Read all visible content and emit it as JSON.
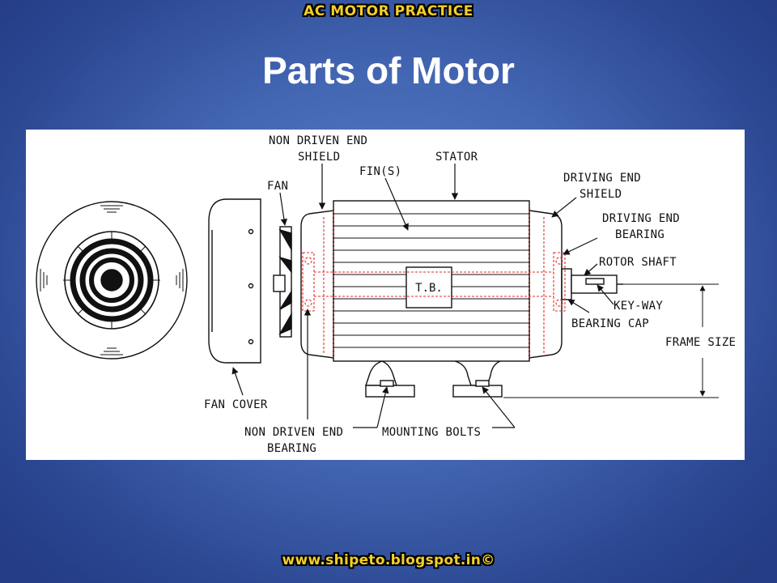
{
  "header": {
    "banner": "AC MOTOR PRACTICE"
  },
  "slide": {
    "title": "Parts of Motor"
  },
  "diagram": {
    "labels": {
      "non_driven_end_shield_1": "NON DRIVEN END",
      "non_driven_end_shield_2": "SHIELD",
      "fins": "FIN(S)",
      "stator": "STATOR",
      "fan": "FAN",
      "driving_end_shield_1": "DRIVING END",
      "driving_end_shield_2": "SHIELD",
      "driving_end_bearing_1": "DRIVING END",
      "driving_end_bearing_2": "BEARING",
      "rotor_shaft": "ROTOR SHAFT",
      "key_way": "KEY-WAY",
      "bearing_cap": "BEARING CAP",
      "frame_size": "FRAME SIZE",
      "fan_cover": "FAN COVER",
      "non_driven_end_bearing_1": "NON DRIVEN END",
      "non_driven_end_bearing_2": "BEARING",
      "mounting_bolts": "MOUNTING BOLTS",
      "terminal_box": "T.B."
    },
    "colors": {
      "hidden_lines": "#e0302a",
      "line": "#111111"
    }
  },
  "footer": {
    "url": "www.shipeto.blogspot.in©"
  }
}
